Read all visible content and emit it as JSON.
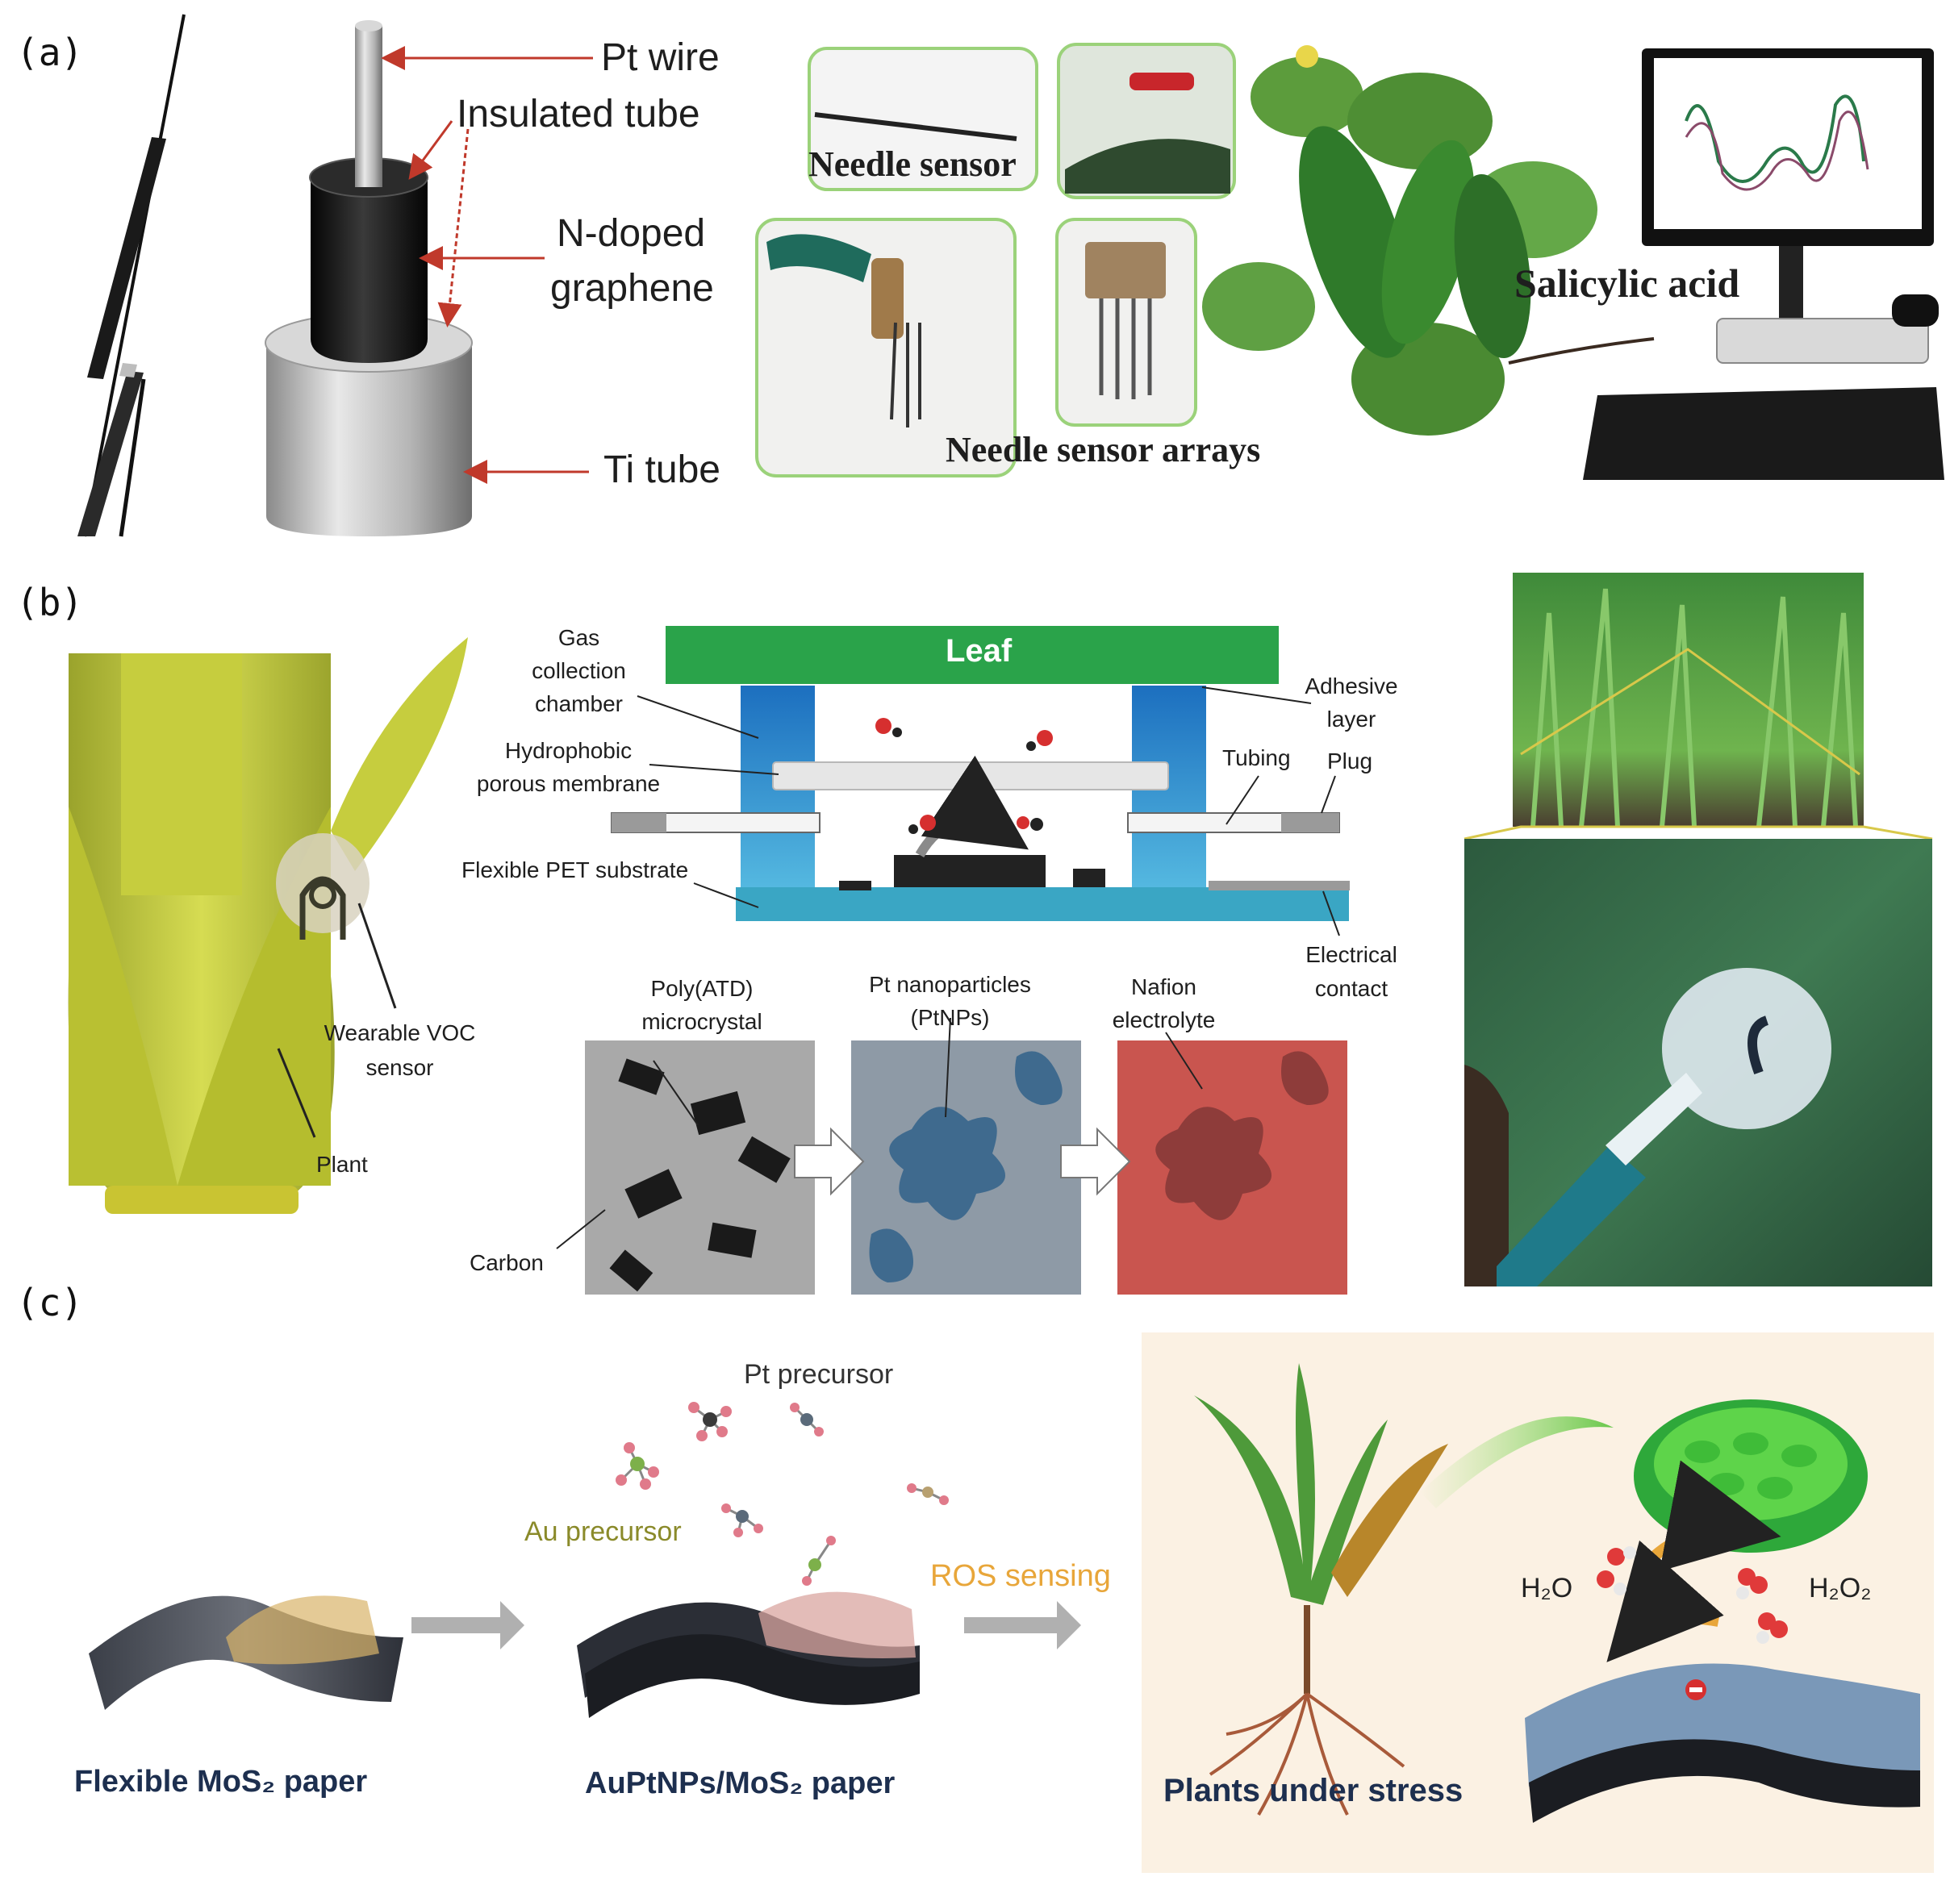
{
  "panel_a": {
    "letter": "(a)",
    "pt_wire": "Pt wire",
    "insulated_tube": "Insulated tube",
    "n_doped_line1": "N-doped",
    "n_doped_line2": "graphene",
    "ti_tube": "Ti tube",
    "needle_sensor": "Needle sensor",
    "needle_sensor_arrays": "Needle sensor arrays",
    "salicylic_acid": "Salicylic acid"
  },
  "panel_b": {
    "letter": "(b)",
    "leaf": "Leaf",
    "gas_line1": "Gas",
    "gas_line2": "collection",
    "gas_line3": "chamber",
    "hydrophobic_line1": "Hydrophobic",
    "hydrophobic_line2": "porous membrane",
    "adhesive_line1": "Adhesive",
    "adhesive_line2": "layer",
    "tubing": "Tubing",
    "plug": "Plug",
    "pet": "Flexible PET substrate",
    "electrical_line1": "Electrical",
    "electrical_line2": "contact",
    "wearable_line1": "Wearable VOC",
    "wearable_line2": "sensor",
    "plant": "Plant",
    "poly_line1": "Poly(ATD)",
    "poly_line2": "microcrystal",
    "pt_np_line1": "Pt nanoparticles",
    "pt_np_line2": "(PtNPs)",
    "nafion_line1": "Nafion",
    "nafion_line2": "electrolyte",
    "carbon": "Carbon"
  },
  "panel_c": {
    "letter": "(c)",
    "pt_precursor": "Pt precursor",
    "au_precursor": "Au precursor",
    "ros_sensing": "ROS sensing",
    "flex_mos2": "Flexible MoS₂ paper",
    "auptnps": "AuPtNPs/MoS₂ paper",
    "plants_stress": "Plants under stress",
    "h2o": "H₂O",
    "h2o2": "H₂O₂"
  },
  "colors": {
    "leaf_green": "#2aa34a",
    "chamber_blue": "#1f7fc9",
    "substrate_teal": "#3aa6c4",
    "plant_yellow": "#c9cf3a",
    "arrow_red": "#c0392b",
    "navy_text": "#1d2f4f",
    "ros_orange": "#e8a63a",
    "au_olive": "#8a8a2a"
  }
}
